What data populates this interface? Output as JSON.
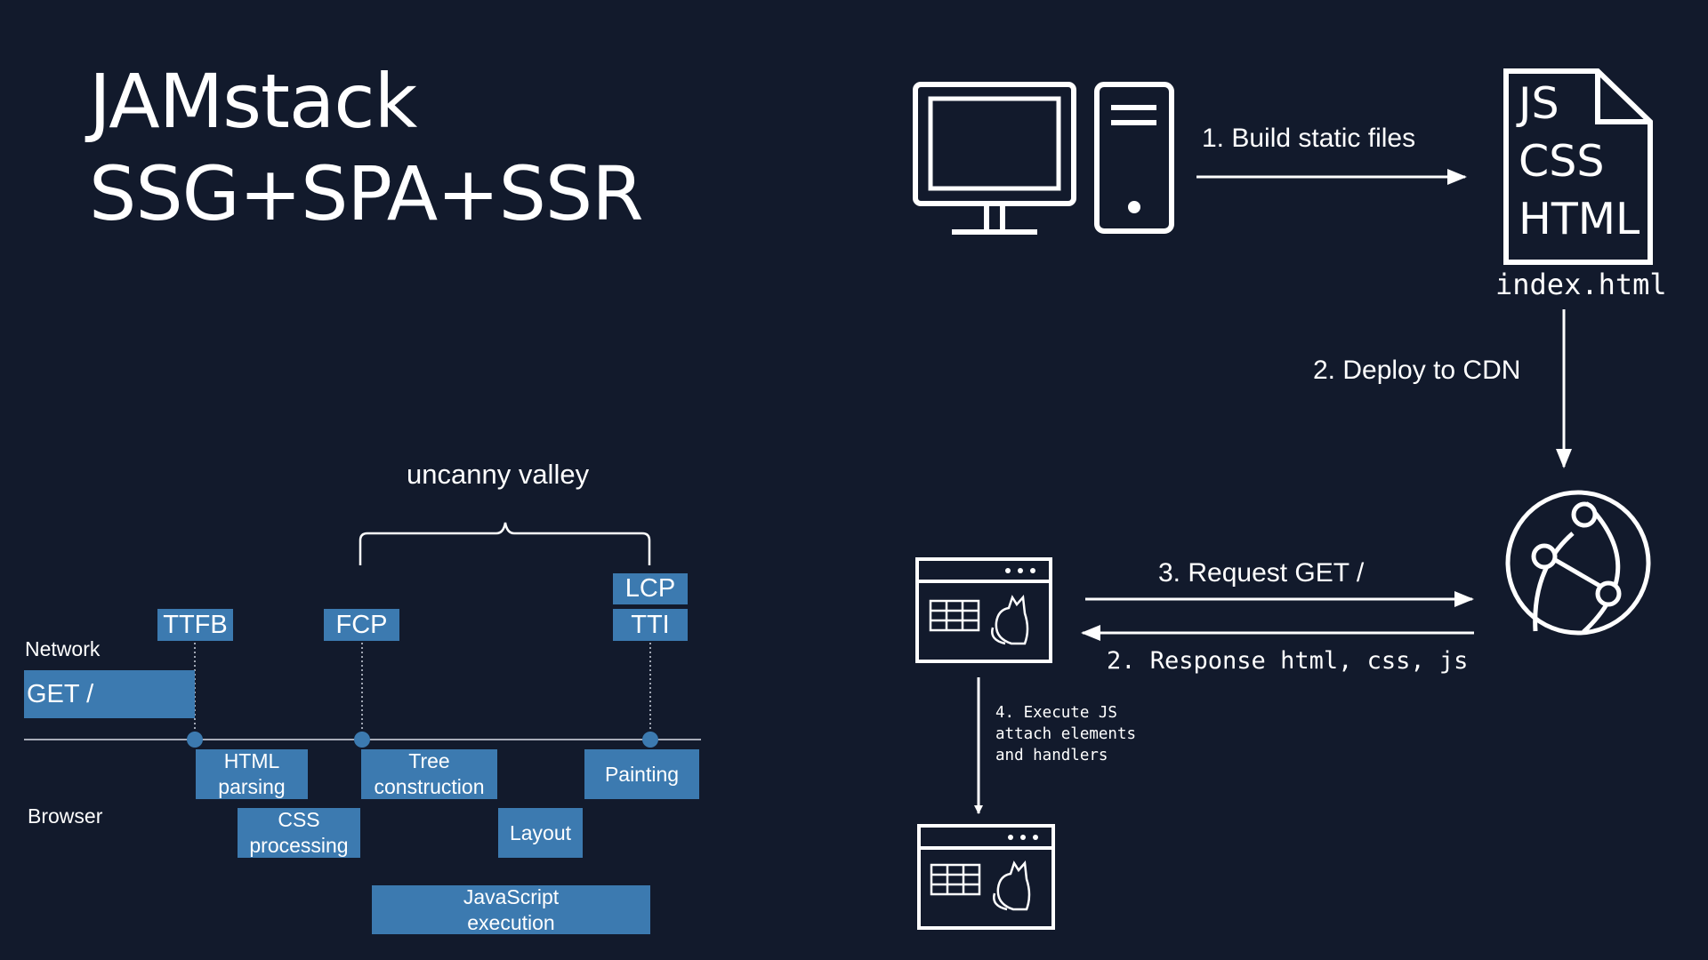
{
  "title": {
    "line1": "JAMstack",
    "line2": "SSG+SPA+SSR"
  },
  "timeline": {
    "valley_label": "uncanny valley",
    "row_network": "Network",
    "row_browser": "Browser",
    "network_request": "GET /",
    "milestones": {
      "ttfb": "TTFB",
      "fcp": "FCP",
      "lcp": "LCP",
      "tti": "TTI"
    },
    "tasks": {
      "html_parsing": "HTML parsing",
      "css_processing": "CSS processing",
      "tree_construction": "Tree construction",
      "layout": "Layout",
      "painting": "Painting",
      "javascript_execution": "JavaScript execution"
    }
  },
  "flow": {
    "step1": "1. Build static files",
    "step2": "2. Deploy to CDN",
    "step3": "3. Request GET /",
    "step_response": "2. Response html, css, js",
    "step4": {
      "line1": "4. Execute JS",
      "line2": "attach elements",
      "line3": "and handlers"
    },
    "file": {
      "js": "JS",
      "css": "CSS",
      "html": "HTML",
      "name": "index.html"
    }
  },
  "colors": {
    "background": "#121a2c",
    "task_box": "#3c7ab0",
    "line": "#ffffff"
  }
}
